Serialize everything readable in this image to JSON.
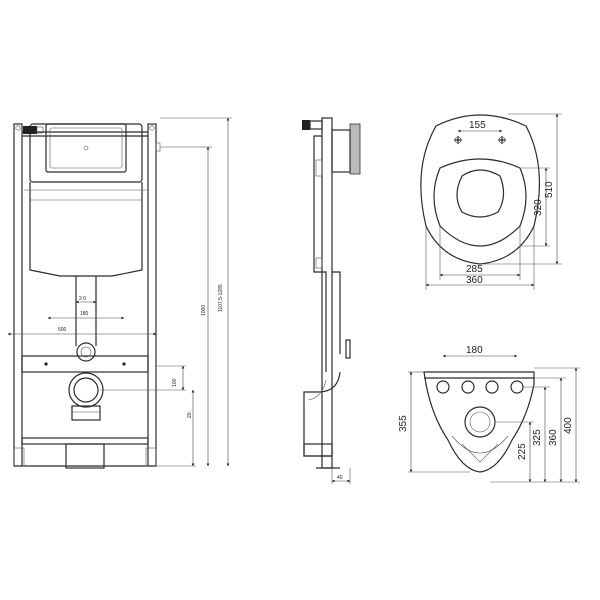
{
  "front_view": {
    "dims": {
      "w_20": "2 0",
      "w_180": "180",
      "w_500": "500",
      "h_100": "100",
      "h_20": "20",
      "h_1000": "1000",
      "h_range": "1107,5-1285"
    }
  },
  "side_view": {
    "dims": {
      "depth_40": "40"
    }
  },
  "toilet_top": {
    "dims": {
      "d155": "155",
      "d320": "320",
      "d510": "510",
      "d285": "285",
      "d360": "360"
    }
  },
  "toilet_rear": {
    "dims": {
      "d180": "180",
      "d355": "355",
      "d225": "225",
      "d325": "325",
      "d360": "360",
      "d400": "400"
    }
  },
  "arrowheads": "filled"
}
